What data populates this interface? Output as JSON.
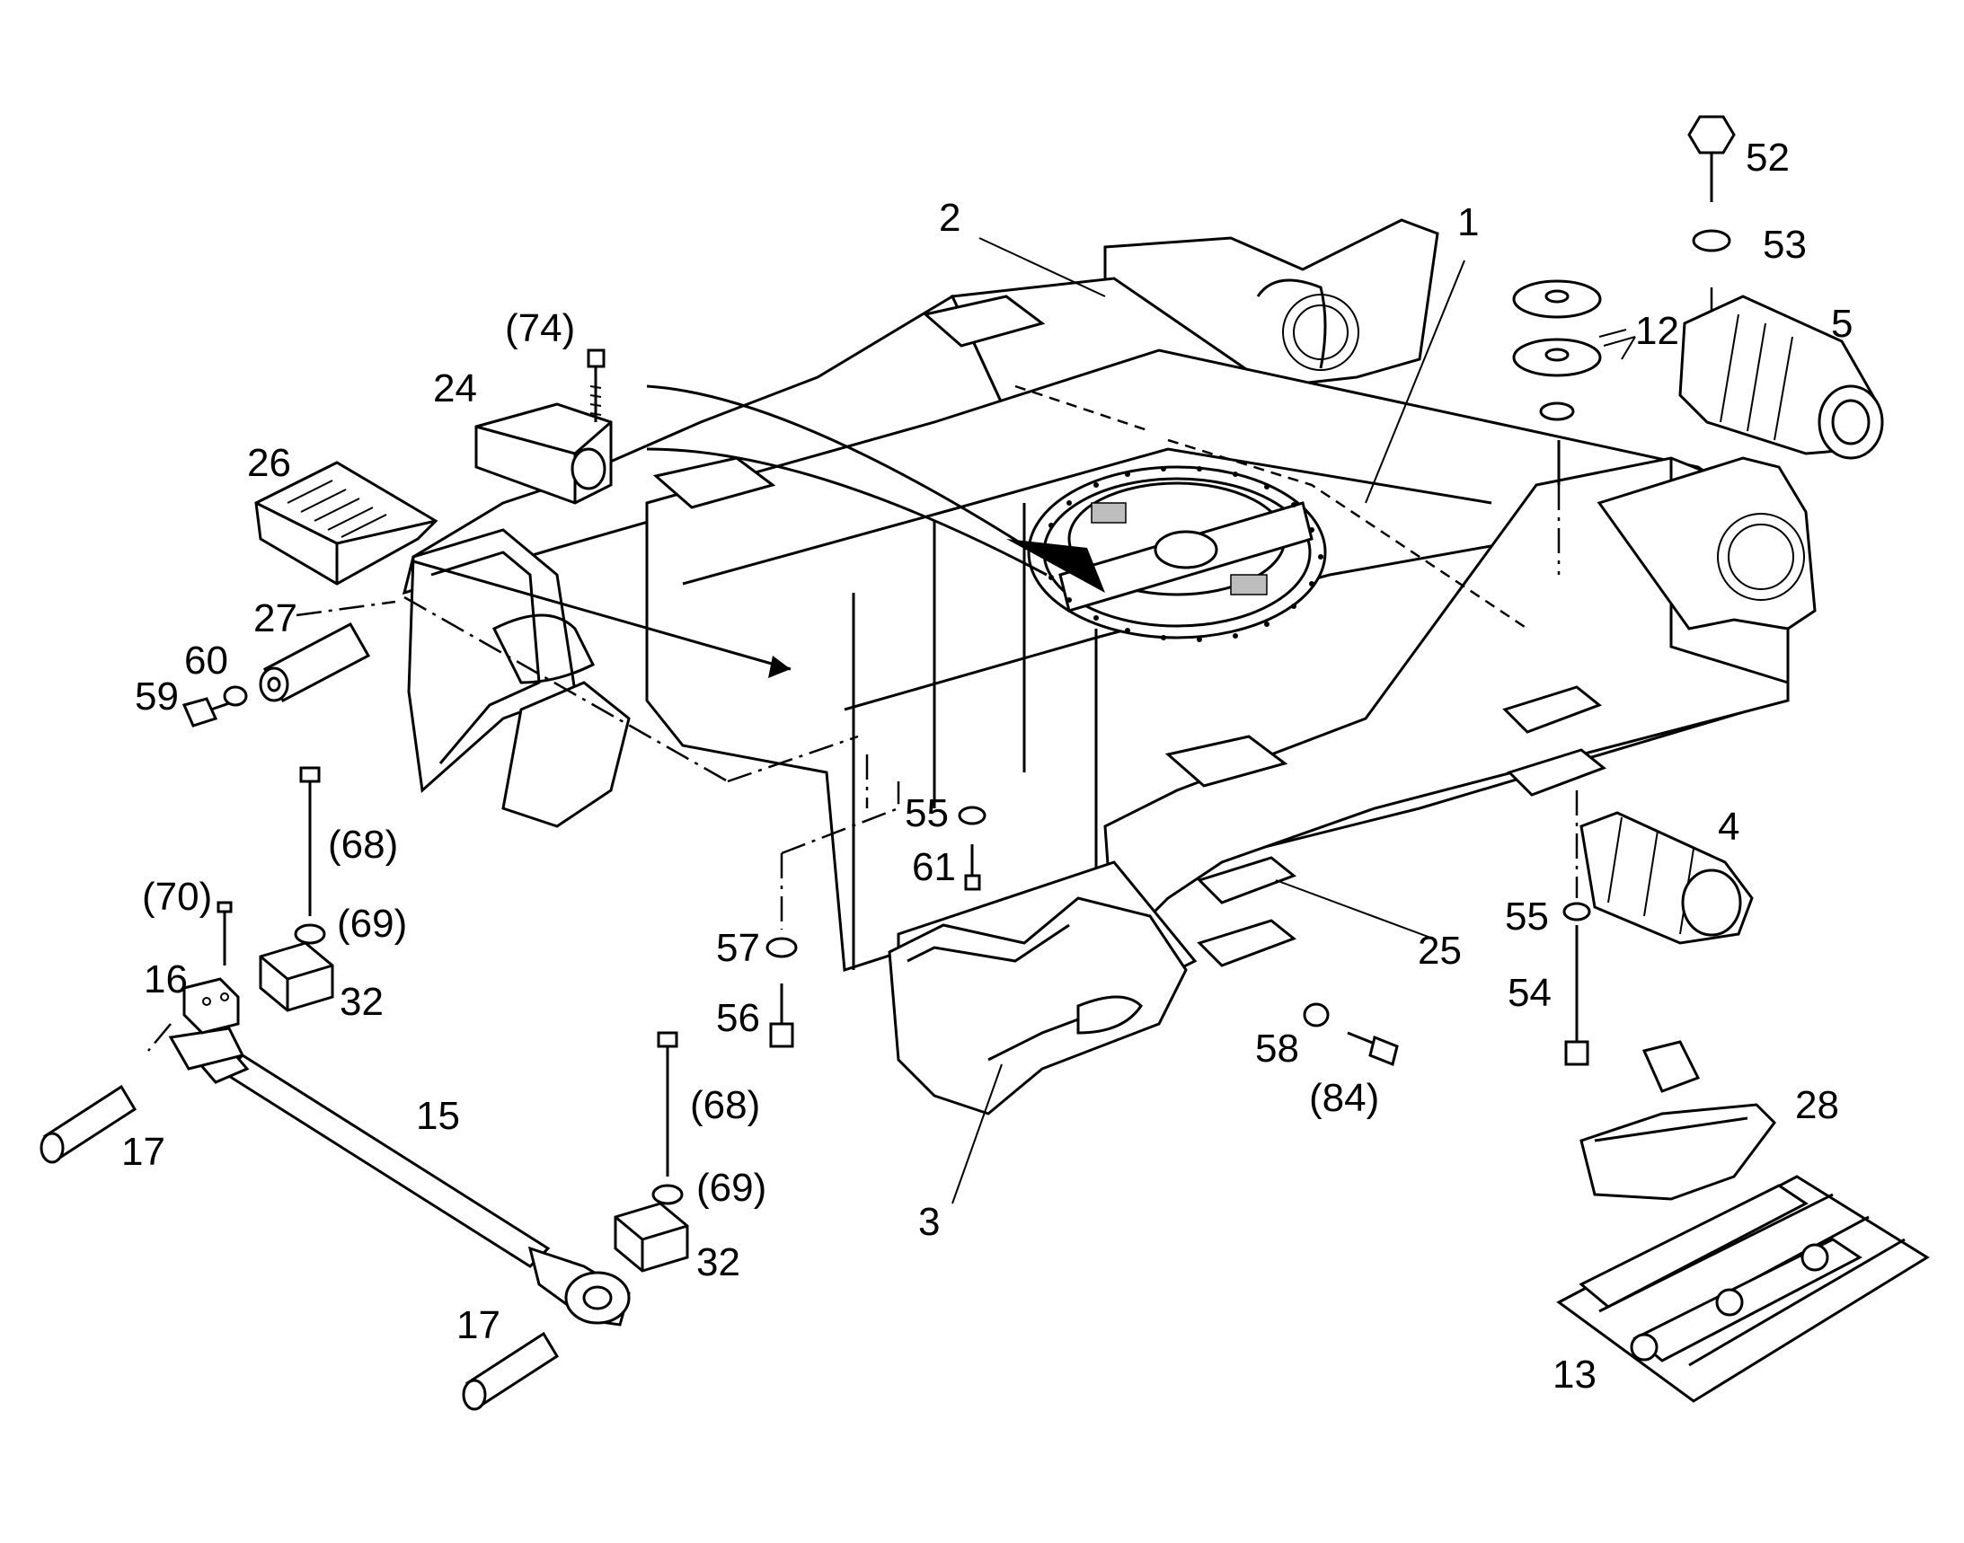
{
  "callouts": [
    {
      "id": "c1",
      "label": "1"
    },
    {
      "id": "c2",
      "label": "2"
    },
    {
      "id": "c3",
      "label": "3"
    },
    {
      "id": "c4",
      "label": "4"
    },
    {
      "id": "c5",
      "label": "5"
    },
    {
      "id": "c12",
      "label": "12"
    },
    {
      "id": "c13",
      "label": "13"
    },
    {
      "id": "c15",
      "label": "15"
    },
    {
      "id": "c16",
      "label": "16"
    },
    {
      "id": "c17a",
      "label": "17"
    },
    {
      "id": "c17b",
      "label": "17"
    },
    {
      "id": "c24",
      "label": "24"
    },
    {
      "id": "c25",
      "label": "25"
    },
    {
      "id": "c26",
      "label": "26"
    },
    {
      "id": "c27",
      "label": "27"
    },
    {
      "id": "c28",
      "label": "28"
    },
    {
      "id": "c32a",
      "label": "32"
    },
    {
      "id": "c32b",
      "label": "32"
    },
    {
      "id": "c52",
      "label": "52"
    },
    {
      "id": "c53",
      "label": "53"
    },
    {
      "id": "c54",
      "label": "54"
    },
    {
      "id": "c55a",
      "label": "55"
    },
    {
      "id": "c55b",
      "label": "55"
    },
    {
      "id": "c56",
      "label": "56"
    },
    {
      "id": "c57",
      "label": "57"
    },
    {
      "id": "c58",
      "label": "58"
    },
    {
      "id": "c59",
      "label": "59"
    },
    {
      "id": "c60",
      "label": "60"
    },
    {
      "id": "c61",
      "label": "61"
    },
    {
      "id": "c68a",
      "label": "(68)"
    },
    {
      "id": "c68b",
      "label": "(68)"
    },
    {
      "id": "c69a",
      "label": "(69)"
    },
    {
      "id": "c69b",
      "label": "(69)"
    },
    {
      "id": "c70",
      "label": "(70)"
    },
    {
      "id": "c74",
      "label": "(74)"
    },
    {
      "id": "c84",
      "label": "(84)"
    }
  ]
}
